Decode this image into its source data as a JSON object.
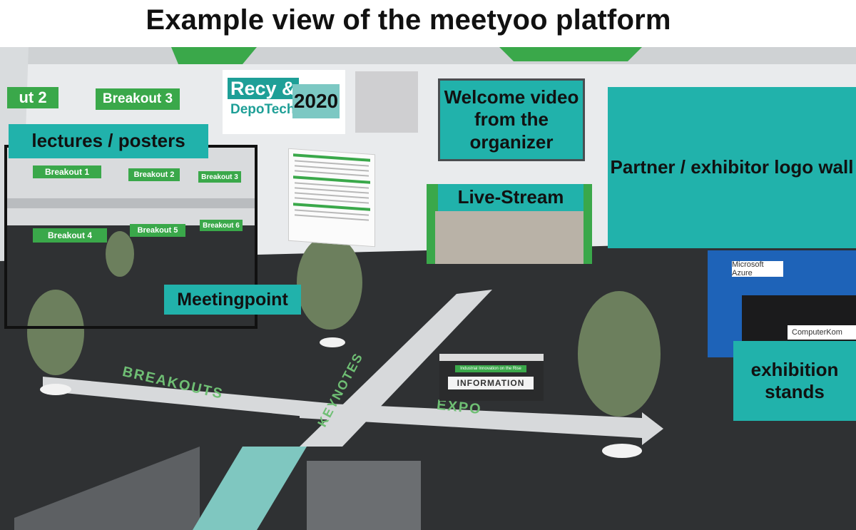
{
  "page": {
    "title": "Example view of the meetyoo platform"
  },
  "labels": {
    "lectures": "lectures / posters",
    "welcome": "Welcome video from the organizer",
    "partner": "Partner / exhibitor logo wall",
    "livestream": "Live-Stream",
    "meetingpoint": "Meetingpoint",
    "exhibition": "exhibition stands"
  },
  "logo": {
    "line1": "Recy &",
    "line2": "DepoTech",
    "year": "2020"
  },
  "signs": {
    "breakout_partial": "ut 2",
    "breakout_3_large": "Breakout 3",
    "inset": [
      "Breakout 1",
      "Breakout 2",
      "Breakout 3",
      "Breakout 4",
      "Breakout 5",
      "Breakout 6"
    ]
  },
  "floor": {
    "breakouts": "BREAKOUTS",
    "keynotes": "KEYNOTES",
    "expo": "EXPO"
  },
  "desk": {
    "plate": "INFORMATION",
    "tag": "Industrial Innovation on the Rise"
  },
  "booths": {
    "top": "Microsoft Azure",
    "bottom": "ComputerKom"
  },
  "colors": {
    "accent_teal": "#21b2ab",
    "sign_green": "#3aa84a",
    "floor": "#2d2f31"
  }
}
